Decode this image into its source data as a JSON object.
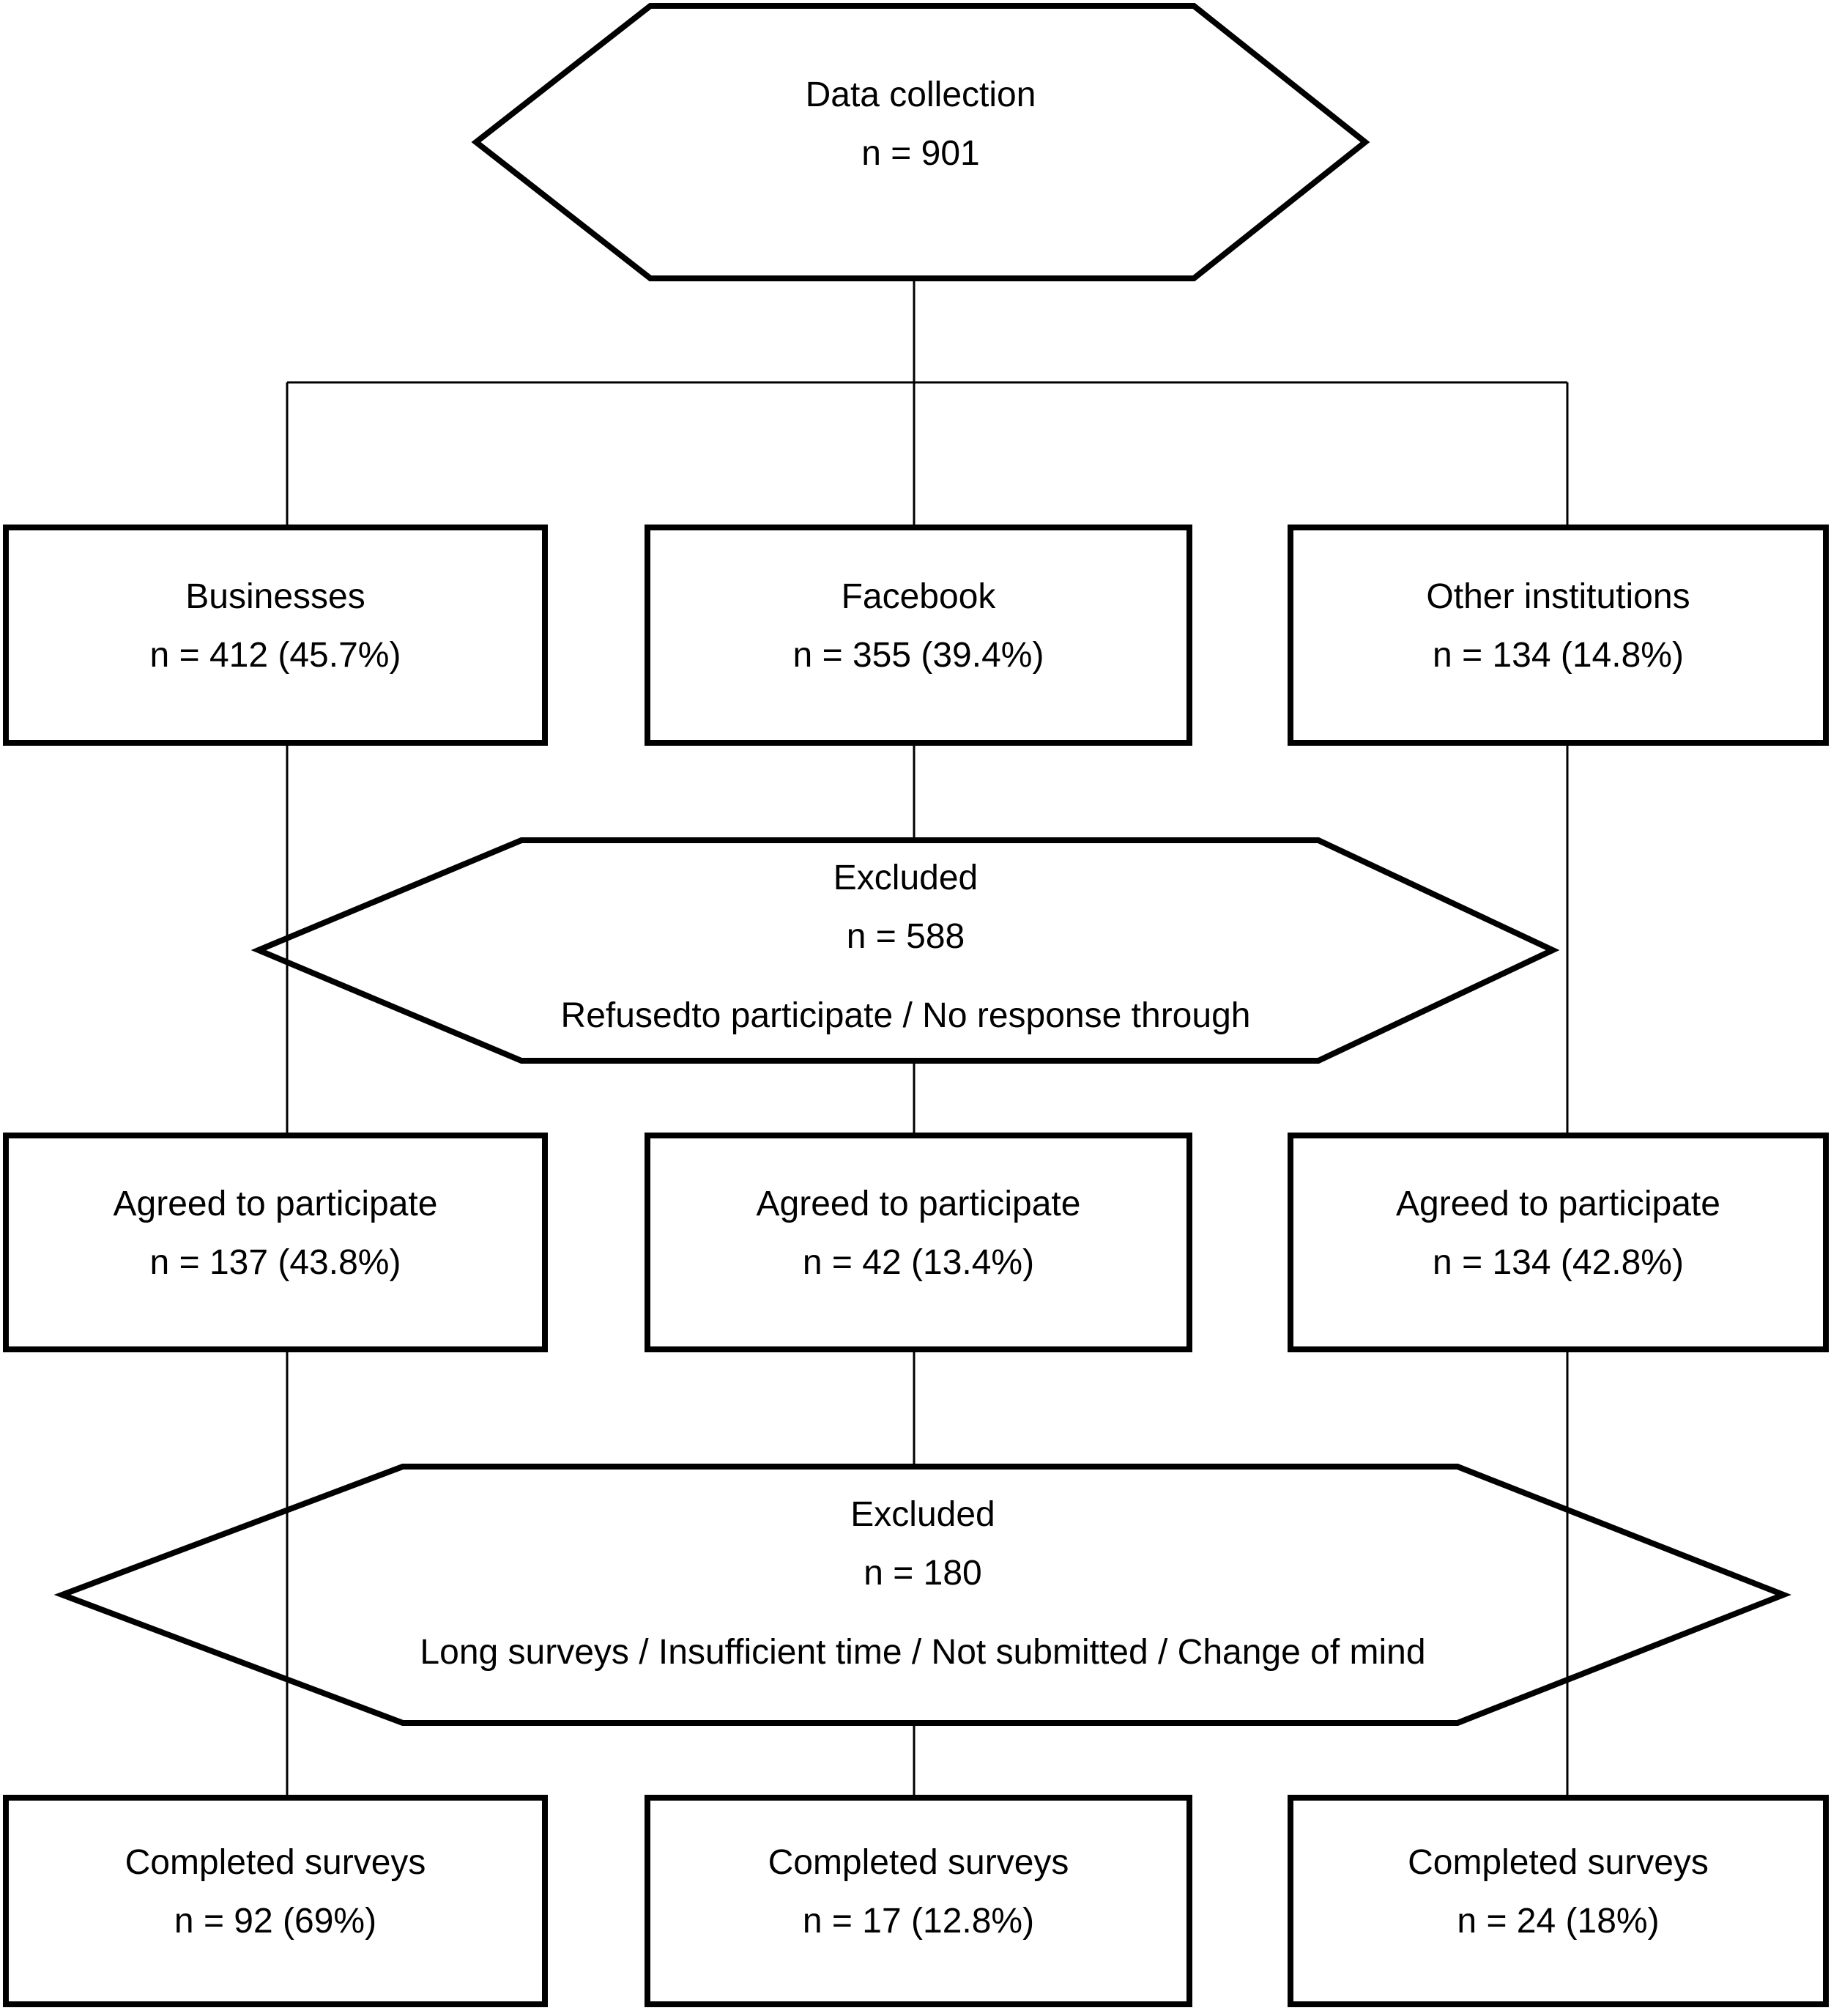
{
  "colors": {
    "ink": "#000000",
    "background": "#ffffff"
  },
  "flow": {
    "start": {
      "label": "Data collection",
      "count": "n = 901"
    },
    "sources": [
      {
        "label": "Businesses",
        "count": "n = 412 (45.7%)"
      },
      {
        "label": "Facebook",
        "count": "n = 355 (39.4%)"
      },
      {
        "label": "Other institutions",
        "count": "n = 134 (14.8%)"
      }
    ],
    "exclusion1": {
      "label": "Excluded",
      "count": "n = 588",
      "reasons": "Refusedto participate / No response through"
    },
    "agreed": [
      {
        "label": "Agreed to participate",
        "count": "n = 137 (43.8%)"
      },
      {
        "label": "Agreed to participate",
        "count": "n = 42 (13.4%)"
      },
      {
        "label": "Agreed to participate",
        "count": "n = 134 (42.8%)"
      }
    ],
    "exclusion2": {
      "label": "Excluded",
      "count": "n = 180",
      "reasons": "Long surveys / Insufficient time / Not submitted / Change of mind"
    },
    "completed": [
      {
        "label": "Completed surveys",
        "count": "n = 92 (69%)"
      },
      {
        "label": "Completed surveys",
        "count": "n = 17 (12.8%)"
      },
      {
        "label": "Completed surveys",
        "count": "n = 24 (18%)"
      }
    ]
  }
}
